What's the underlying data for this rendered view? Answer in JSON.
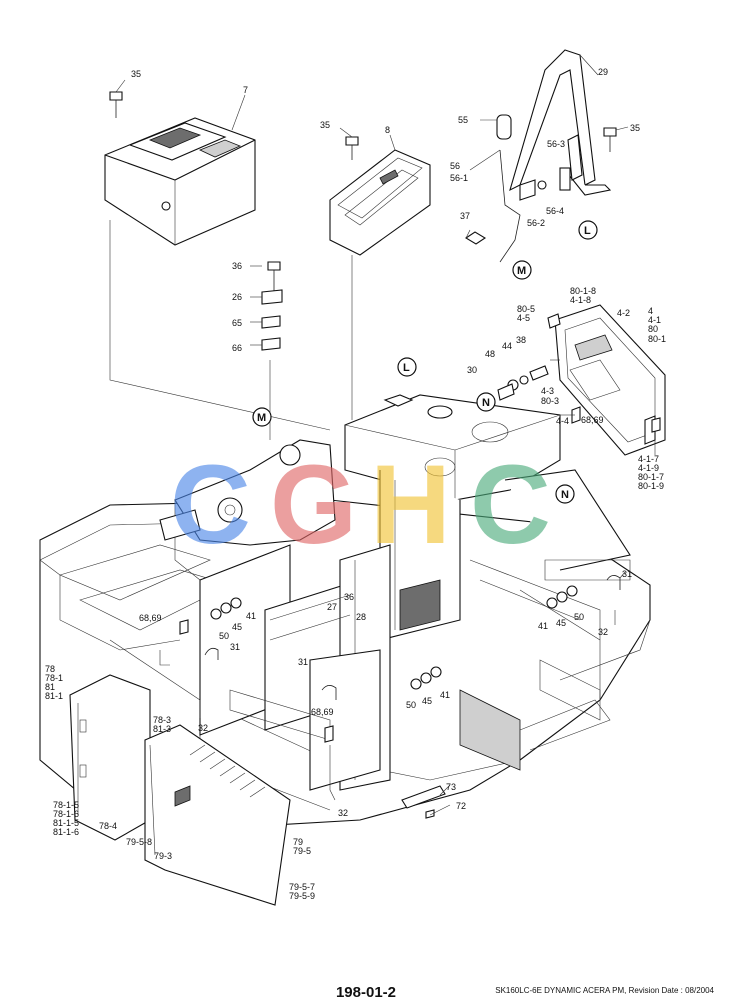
{
  "page_number": "198-01-2",
  "footer_note": "SK160LC-6E DYNAMIC ACERA PM, Revision Date : 08/2004",
  "watermark": {
    "text": "CGHC",
    "colors": [
      "#4a86e8",
      "#e06666",
      "#f1c232",
      "#4aaa7a"
    ]
  },
  "circle_refs": [
    "L",
    "M",
    "N"
  ],
  "callouts": {
    "c35a": "35",
    "c7": "7",
    "c35b": "35",
    "c8": "8",
    "c29": "29",
    "c35c": "35",
    "c55": "55",
    "c56_3": "56-3",
    "c56": "56",
    "c56_1": "56-1",
    "c56_4": "56-4",
    "c56_2": "56-2",
    "c37": "37",
    "c36a": "36",
    "c26": "26",
    "c65": "65",
    "c66": "66",
    "c80_1_8": "80-1-8",
    "c4_1_8": "4-1-8",
    "c80_5": "80-5",
    "c4_5": "4-5",
    "c4_2": "4-2",
    "c4": "4",
    "c4_1": "4-1",
    "c80": "80",
    "c80_1": "80-1",
    "c44": "44",
    "c38": "38",
    "c48": "48",
    "c30": "30",
    "c4_3": "4-3",
    "c80_3": "80-3",
    "c4_4": "4-4",
    "c68_69a": "68,69",
    "c4_1_7": "4-1-7",
    "c4_1_9": "4-1-9",
    "c80_1_7": "80-1-7",
    "c80_1_9": "80-1-9",
    "c31a": "31",
    "c32a": "32",
    "c41a": "41",
    "c45a": "45",
    "c50a": "50",
    "c68_69b": "68,69",
    "c41b": "41",
    "c45b": "45",
    "c50b": "50",
    "c27": "27",
    "c36b": "36",
    "c28": "28",
    "c31b": "31",
    "c31c": "31",
    "c68_69c": "68,69",
    "c50c": "50",
    "c45c": "45",
    "c41c": "41",
    "c32b": "32",
    "c32c": "32",
    "c73": "73",
    "c72": "72",
    "c78": "78",
    "c78_1": "78-1",
    "c81": "81",
    "c81_1": "81-1",
    "c78_3": "78-3",
    "c81_3": "81-3",
    "c78_1_5": "78-1-5",
    "c78_1_6": "78-1-6",
    "c81_1_5": "81-1-5",
    "c81_1_6": "81-1-6",
    "c78_4": "78-4",
    "c79_5_8": "79-5-8",
    "c79_3": "79-3",
    "c79": "79",
    "c79_5": "79-5",
    "c79_5_7": "79-5-7",
    "c79_5_9": "79-5-9"
  }
}
